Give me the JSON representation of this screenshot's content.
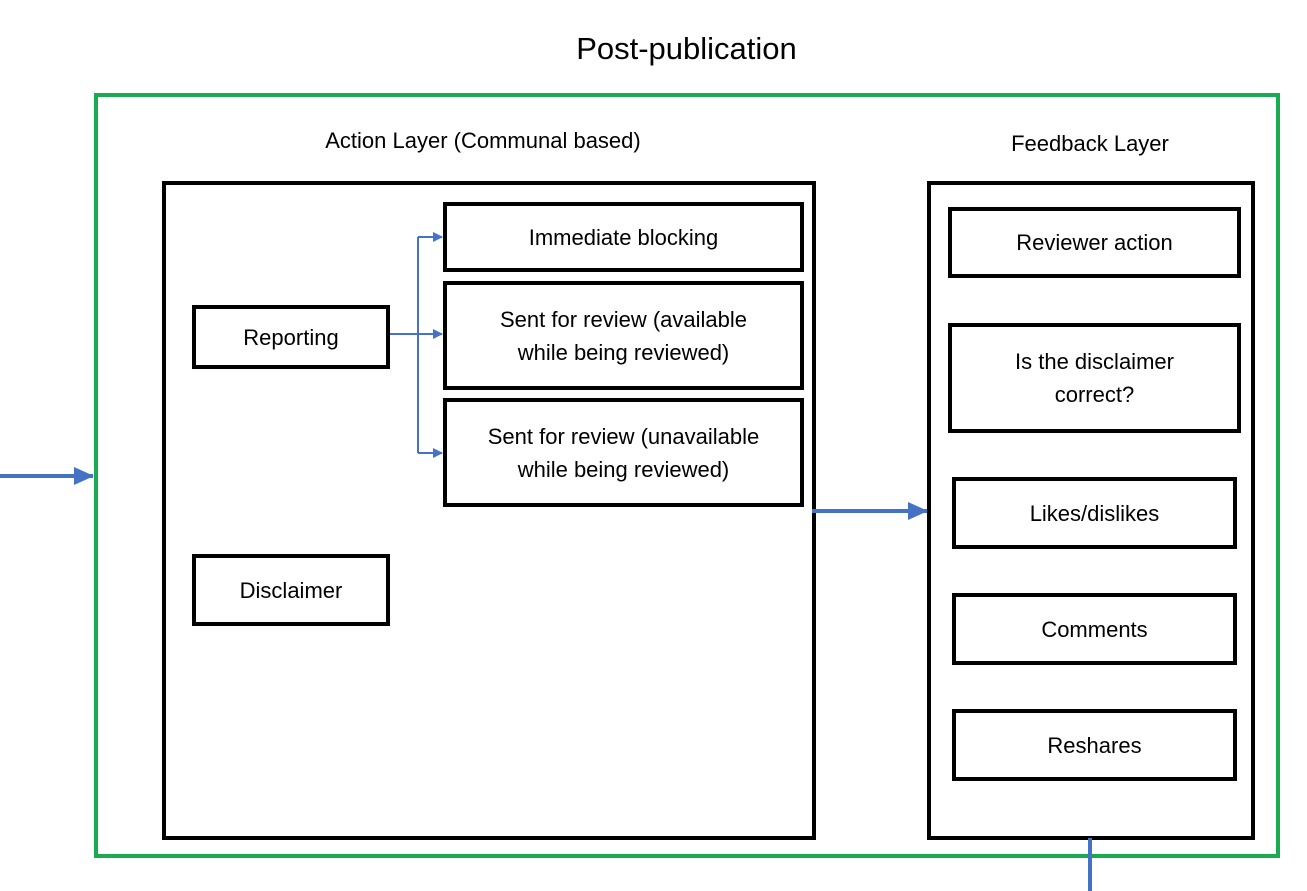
{
  "title": "Post-publication",
  "action_layer": {
    "label": "Action Layer (Communal based)",
    "reporting": "Reporting",
    "disclaimer": "Disclaimer",
    "outcomes": [
      {
        "line1": "Immediate blocking",
        "line2": ""
      },
      {
        "line1": "Sent for review (available",
        "line2": "while being reviewed)"
      },
      {
        "line1": "Sent for review (unavailable",
        "line2": "while being reviewed)"
      }
    ]
  },
  "feedback_layer": {
    "label": "Feedback Layer",
    "items": [
      {
        "line1": "Reviewer action",
        "line2": ""
      },
      {
        "line1": "Is the disclaimer",
        "line2": "correct?"
      },
      {
        "line1": "Likes/dislikes",
        "line2": ""
      },
      {
        "line1": "Comments",
        "line2": ""
      },
      {
        "line1": "Reshares",
        "line2": ""
      }
    ]
  },
  "colors": {
    "outer_border": "#1aaa50",
    "arrow": "#4472c4",
    "box_border": "#000000"
  }
}
